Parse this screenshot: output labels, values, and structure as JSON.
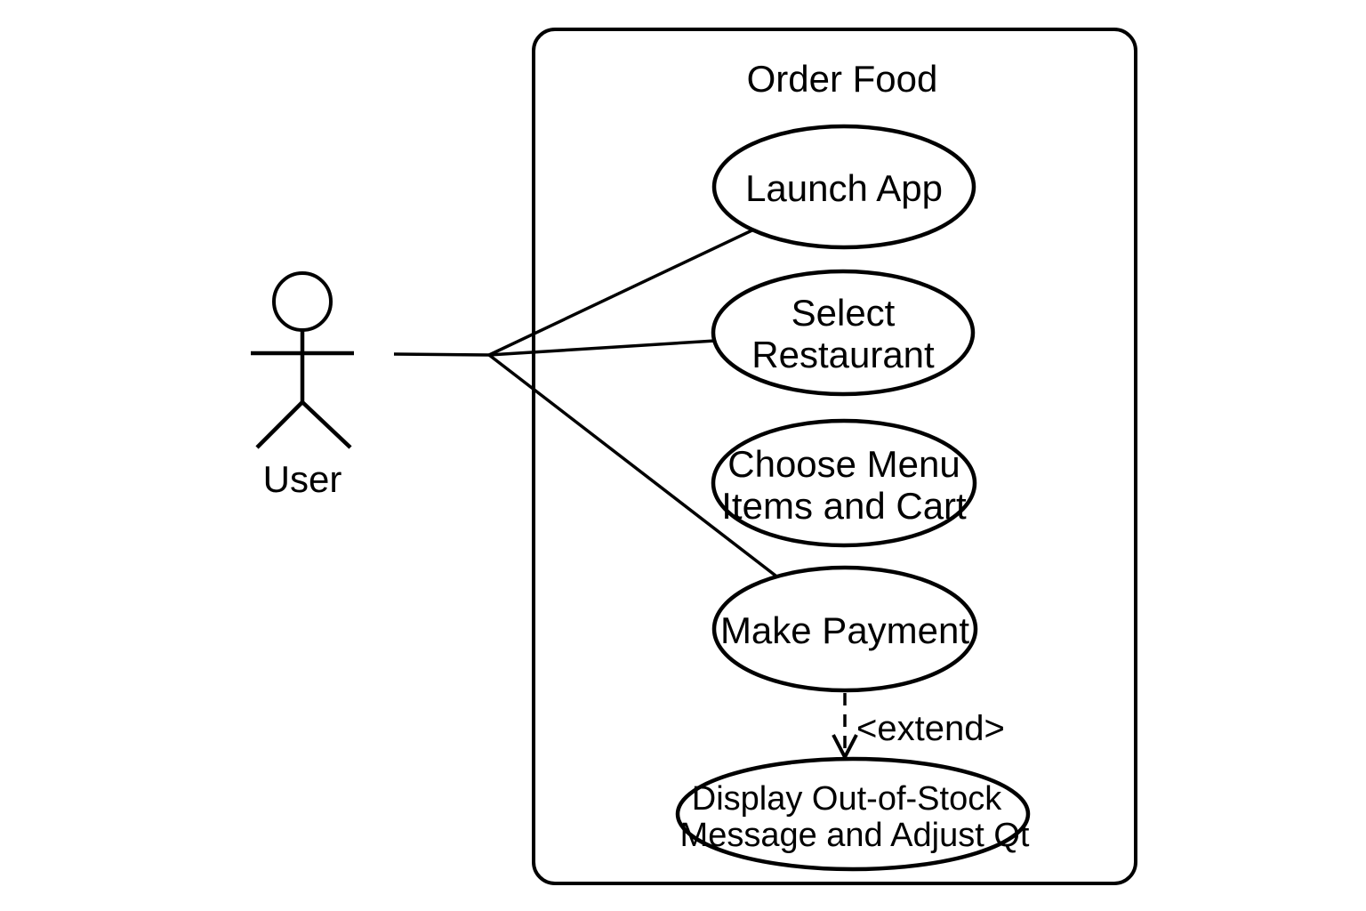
{
  "diagram_type": "uml-use-case",
  "colors": {
    "ink": "#000000",
    "background": "#ffffff"
  },
  "system": {
    "title": "Order Food"
  },
  "actor": {
    "label": "User"
  },
  "use_cases": {
    "launch_app": {
      "label": "Launch App"
    },
    "select_restaurant": {
      "line1": "Select",
      "line2": "Restaurant"
    },
    "choose_menu": {
      "line1": "Choose Menu",
      "line2": "Items and Cart"
    },
    "make_payment": {
      "label": "Make Payment"
    },
    "display_out_of_stock": {
      "line1": "Display Out-of-Stock",
      "line2": "Message and Adjust Qt"
    }
  },
  "relationships": {
    "extend_label": "<extend>",
    "associations": [
      {
        "from": "User",
        "to": "Launch App",
        "type": "association"
      },
      {
        "from": "User",
        "to": "Select Restaurant",
        "type": "association"
      },
      {
        "from": "User",
        "to": "Make Payment",
        "type": "association"
      },
      {
        "from": "Make Payment",
        "to": "Display Out-of-Stock Message and Adjust Qt",
        "type": "extend"
      }
    ]
  }
}
